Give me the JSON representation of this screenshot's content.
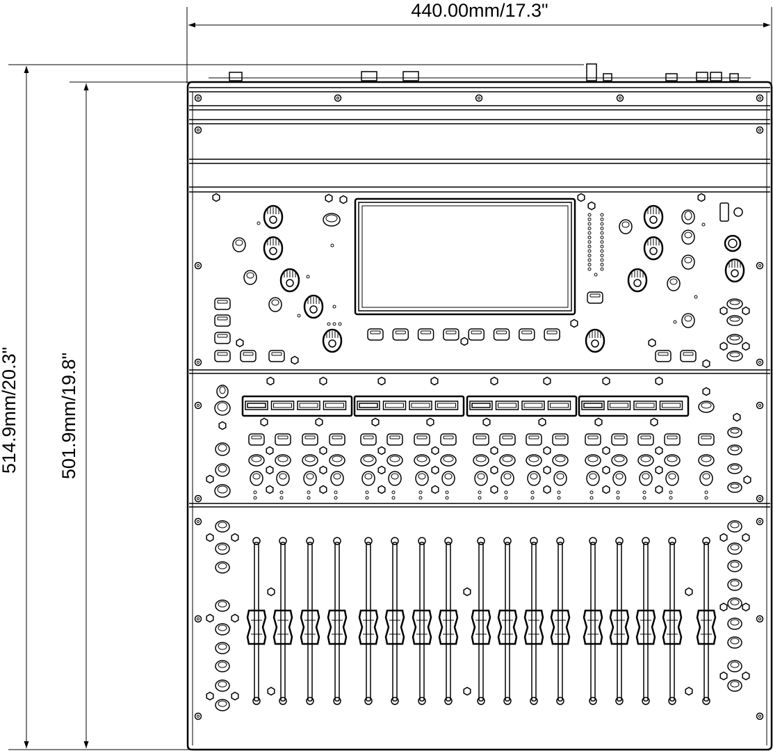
{
  "dimensions": {
    "width_label": "440.00mm/17.3\"",
    "overall_depth_label": "514.9mm/20.3\"",
    "body_depth_label": "501.9mm/19.8\""
  },
  "drawing": {
    "subject": "digital mixing console, top view",
    "fader_count": 17,
    "scene_keys": 8,
    "channel_strips": 16
  }
}
